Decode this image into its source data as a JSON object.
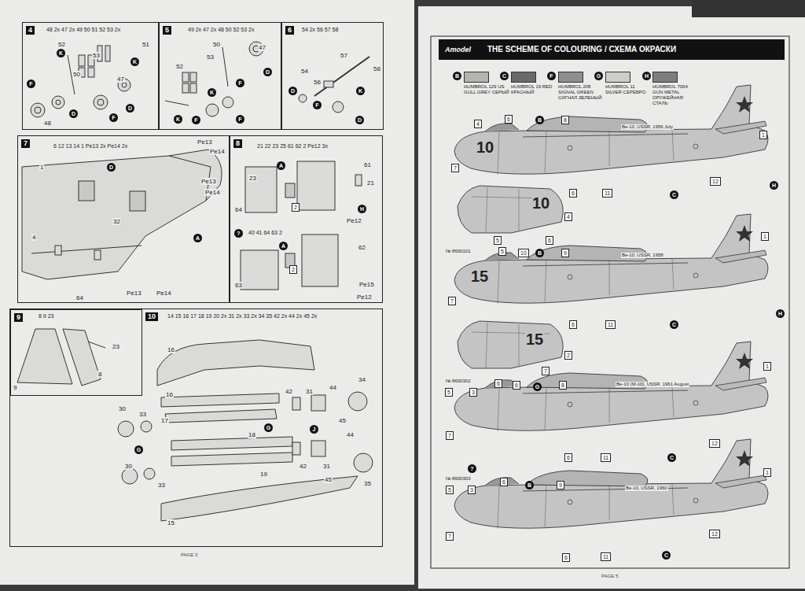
{
  "diagram": {
    "nodes": [
      {
        "text": [
          "4"
        ]
      },
      {
        "text": [
          "5"
        ]
      },
      {
        "text": [
          "6"
        ]
      },
      {
        "text": [
          "7"
        ]
      },
      {
        "text": [
          "8"
        ]
      },
      {
        "text": [
          "10"
        ]
      },
      {
        "text": [
          "9"
        ],
        "in": 5
      },
      {
        "text": [
          "THE SCHEME OF COLOURING / СХЕМА ОКРАСКИ"
        ]
      }
    ],
    "labels": [
      "48 2x 47 2x 49 50 51 52 53 2x",
      "52",
      "K",
      "51",
      "K",
      "53",
      "50",
      "47",
      "F",
      "D",
      "F",
      "D",
      "48",
      "49 2x 47 2x 48 50 52 53 2x",
      "50",
      "47",
      "52",
      "53",
      "D",
      "F",
      "K",
      "K",
      "F",
      "F",
      "54 2x 56 57 58",
      "57",
      "58",
      "54",
      "56",
      "D",
      "K",
      "F",
      "D",
      "6 12 13 14 1 Pe13 2x Pe14 2x",
      "Pe13",
      "Pe14",
      "1",
      "D",
      "Pe13",
      "Pe14",
      "32",
      "4",
      "A",
      "64",
      "Pe13",
      "Pe14",
      "21 22 23 25 61 62 2 Pe12 3x",
      "A",
      "61",
      "23",
      "21",
      "2",
      "64",
      "H",
      "Pe12",
      "?",
      "40 41 64 63 2",
      "A",
      "62",
      "2",
      "63",
      "Pe15",
      "Pe12",
      "8 9 23",
      "23",
      "8",
      "9",
      "14 15 16 17 18 19 20 2x 31 2x 33 2x 34 35 42 2x 44 2x 45 2x",
      "16",
      "16",
      "34",
      "42",
      "31",
      "44",
      "30",
      "33",
      "17",
      "45",
      "G",
      "J",
      "44",
      "18",
      "G",
      "42",
      "31",
      "30",
      "19",
      "33",
      "45",
      "35",
      "15",
      "PAGE 3",
      "Amodel",
      "B",
      "C",
      "F",
      "G",
      "H",
      "Be-10, USSR, 1956 July",
      "4",
      "6",
      "B",
      "8",
      "1",
      "10",
      "7",
      "6",
      "11",
      "12",
      "C",
      "H",
      "10",
      "4",
      "5",
      "6",
      "№ 8600101",
      "Be-10, USSR, 1958",
      "5",
      "10",
      "B",
      "9",
      "1",
      "15",
      "7",
      "6",
      "11",
      "C",
      "H",
      "15",
      "2",
      "7",
      "6",
      "№ 8600302",
      "Be-10 (M-10), USSR, 1961 August",
      "5",
      "3",
      "6",
      "G",
      "8",
      "1",
      "7",
      "12",
      "6",
      "11",
      "C",
      "№ 8600303",
      "Be-10, USSR, 1960",
      "?",
      "5",
      "3",
      "6",
      "B",
      "9",
      "1",
      "7",
      "12",
      "6",
      "11",
      "C",
      "PAGE 5"
    ],
    "legend": [
      {
        "text": "HUMBROL 129 US GULL GREY СЕРЫЙ",
        "color": "#b4b4b2"
      },
      {
        "text": "HUMBROL 19 RED КРАСНЫЙ",
        "color": "#6a6a6a"
      },
      {
        "text": "HUMBROL 208 SIGNAL GREEN СИГНАЛ.ЗЕЛЕНЫЙ",
        "color": "#8e8e8e"
      },
      {
        "text": "HUMBROL 11 SILVER СЕРЕБРО",
        "color": "#cdcdcb"
      },
      {
        "text": "HUMBROL 7004 GUN METAL ОРУЖЕЙНАЯ СТАЛЬ",
        "color": "#7e7e7e"
      }
    ]
  }
}
